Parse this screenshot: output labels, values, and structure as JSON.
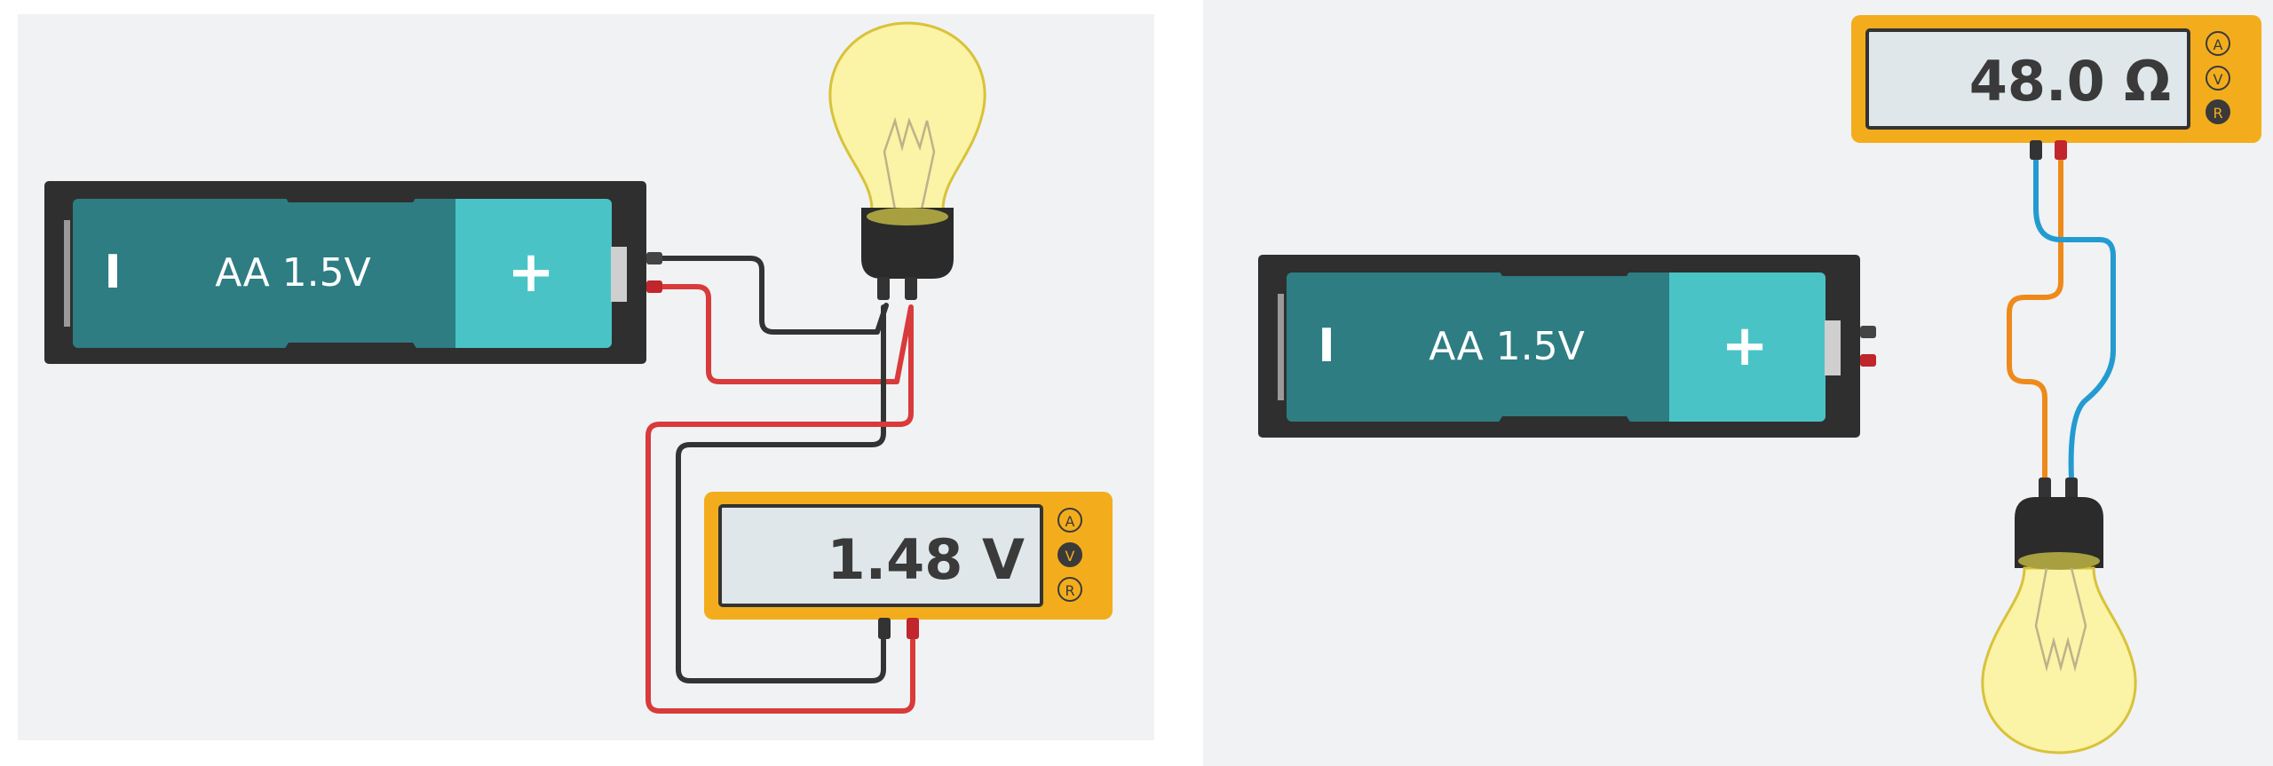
{
  "colors": {
    "canvas_bg": "#f0f2f4",
    "battery_holder": "#2f2f2f",
    "battery_body": "#2d7d83",
    "battery_plus_end": "#4ac3c6",
    "wire_black": "#333333",
    "wire_red": "#d93a3a",
    "wire_blue": "#239bd1",
    "wire_orange": "#ee8a1a",
    "meter_body": "#f3ad1c",
    "meter_screen": "#dfe7ea",
    "bulb_glass": "#fbf3a5",
    "bulb_base": "#2b2b2b"
  },
  "left_circuit": {
    "battery": {
      "label": "AA 1.5V",
      "minus_symbol": "I",
      "plus_symbol": "+"
    },
    "multimeter": {
      "reading": "1.48 V",
      "modes": [
        "A",
        "V",
        "R"
      ],
      "active_mode": "V"
    }
  },
  "right_circuit": {
    "battery": {
      "label": "AA 1.5V",
      "minus_symbol": "I",
      "plus_symbol": "+"
    },
    "multimeter": {
      "reading": "48.0 Ω",
      "modes": [
        "A",
        "V",
        "R"
      ],
      "active_mode": "R"
    }
  }
}
